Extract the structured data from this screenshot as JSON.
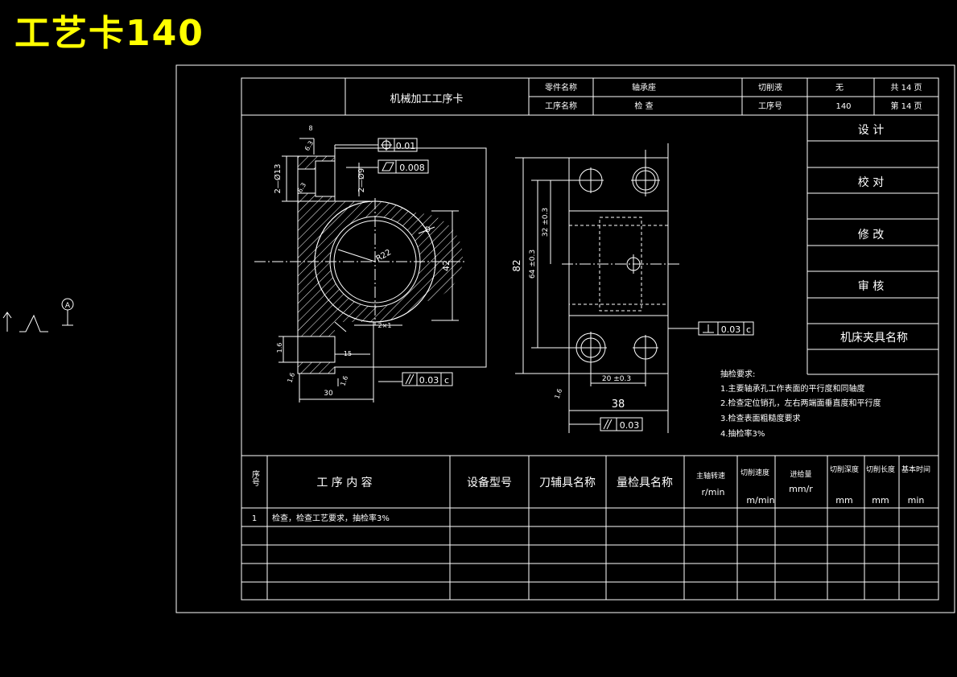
{
  "title": "工艺卡140",
  "colors": {
    "background": "#000000",
    "title": "#ffff00",
    "lines": "#ffffff"
  },
  "header": {
    "card_name": "机械加工工序卡",
    "part_name_label": "零件名称",
    "part_name": "轴承座",
    "coolant_label": "切削液",
    "coolant": "无",
    "total_pages": "共 14 页",
    "process_name_label": "工序名称",
    "process_name": "检 查",
    "process_no_label": "工序号",
    "process_no": "140",
    "page_no": "第 14 页"
  },
  "sign_panel": {
    "design": "设 计",
    "check": "校 对",
    "modify": "修 改",
    "review": "审 核",
    "fixture": "机床夹具名称"
  },
  "drawing": {
    "tol_pos": "0.01",
    "tol_flat": "0.008",
    "tol_par_left": "0.03",
    "tol_perp": "0.03",
    "tol_par_bottom": "0.03",
    "tol_ref_c": "c",
    "dim_8": "8",
    "dim_2x13": "2—Ø13",
    "dim_2x9": "2—Ø9",
    "dim_r22": "R22",
    "dim_42": "42",
    "dim_82": "82",
    "dim_64": "64 ±0.3",
    "dim_32": "32 ±0.3",
    "dim_20": "20 ±0.3",
    "dim_38": "38",
    "dim_30": "30",
    "dim_2x1": "2×1",
    "dim_15": "15",
    "dim_d": "D",
    "rough_63a": "6.3",
    "rough_63b": "6.3",
    "rough_16a": "1.6",
    "rough_16b": "1.6",
    "rough_16c": "1.6",
    "rough_16d": "1.6"
  },
  "requirements": {
    "heading": "抽检要求:",
    "items": [
      "1.主要轴承孔工作表面的平行度和同轴度",
      "2.检查定位销孔，左右两端面垂直度和平行度",
      "3.检查表面粗糙度要求",
      "4.抽检率3%"
    ]
  },
  "table": {
    "headers": {
      "seq": "序号",
      "content": "工 序 内 容",
      "equipment": "设备型号",
      "tool": "刀辅具名称",
      "gauge": "量检具名称",
      "spindle": "主轴转速",
      "spindle_unit": "r/min",
      "speed": "切削速度",
      "speed_unit": "m/min",
      "feed": "进给量",
      "feed_unit": "mm/r",
      "depth": "切削深度",
      "depth_unit": "mm",
      "length": "切削长度",
      "length_unit": "mm",
      "time": "基本时间",
      "time_unit": "min"
    },
    "rows": [
      {
        "seq": "1",
        "content": "检查，检查工艺要求，抽检率3%"
      }
    ]
  },
  "side_symbol": {
    "datum": "A"
  }
}
